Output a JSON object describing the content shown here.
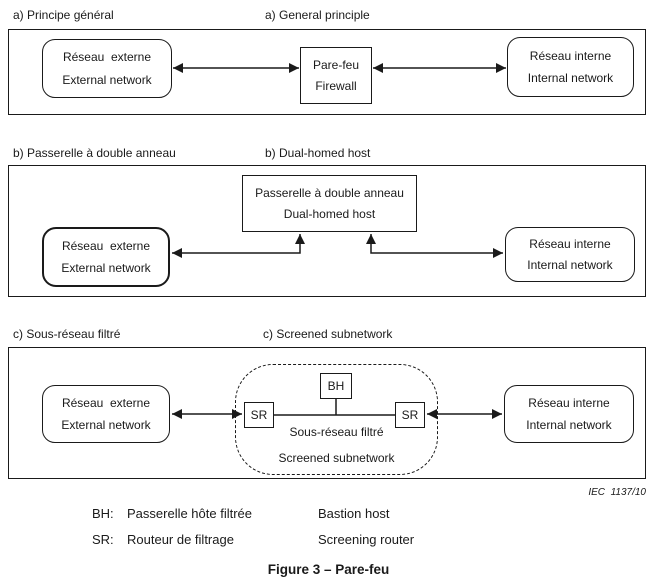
{
  "panel_a": {
    "heading_fr": "a) Principe général",
    "heading_en": "a) General principle",
    "external_network": {
      "fr": "Réseau  externe",
      "en": "External network"
    },
    "firewall": {
      "fr": "Pare-feu",
      "en": "Firewall"
    },
    "internal_network": {
      "fr": "Réseau interne",
      "en": "Internal network"
    }
  },
  "panel_b": {
    "heading_fr": "b) Passerelle à double anneau",
    "heading_en": "b) Dual-homed host",
    "dual_homed_host": {
      "fr": "Passerelle à double anneau",
      "en": "Dual-homed host"
    },
    "external_network": {
      "fr": "Réseau  externe",
      "en": "External network"
    },
    "internal_network": {
      "fr": "Réseau interne",
      "en": "Internal network"
    }
  },
  "panel_c": {
    "heading_fr": "c) Sous-réseau filtré",
    "heading_en": "c) Screened subnetwork",
    "external_network": {
      "fr": "Réseau  externe",
      "en": "External network"
    },
    "internal_network": {
      "fr": "Réseau interne",
      "en": "Internal network"
    },
    "bastion_host_abbr": "BH",
    "screening_router_abbr": "SR",
    "subnetwork": {
      "fr": "Sous-réseau filtré",
      "en": "Screened subnetwork"
    }
  },
  "artwork_id": "IEC  1137/10",
  "legend": {
    "rows": [
      {
        "abbr": "BH:",
        "fr": "Passerelle hôte filtrée",
        "en": "Bastion host"
      },
      {
        "abbr": "SR:",
        "fr": "Routeur de filtrage",
        "en": "Screening router"
      }
    ]
  },
  "caption": "Figure 3 – Pare-feu",
  "colors": {
    "line": "#1a1a1a",
    "background": "#ffffff"
  }
}
